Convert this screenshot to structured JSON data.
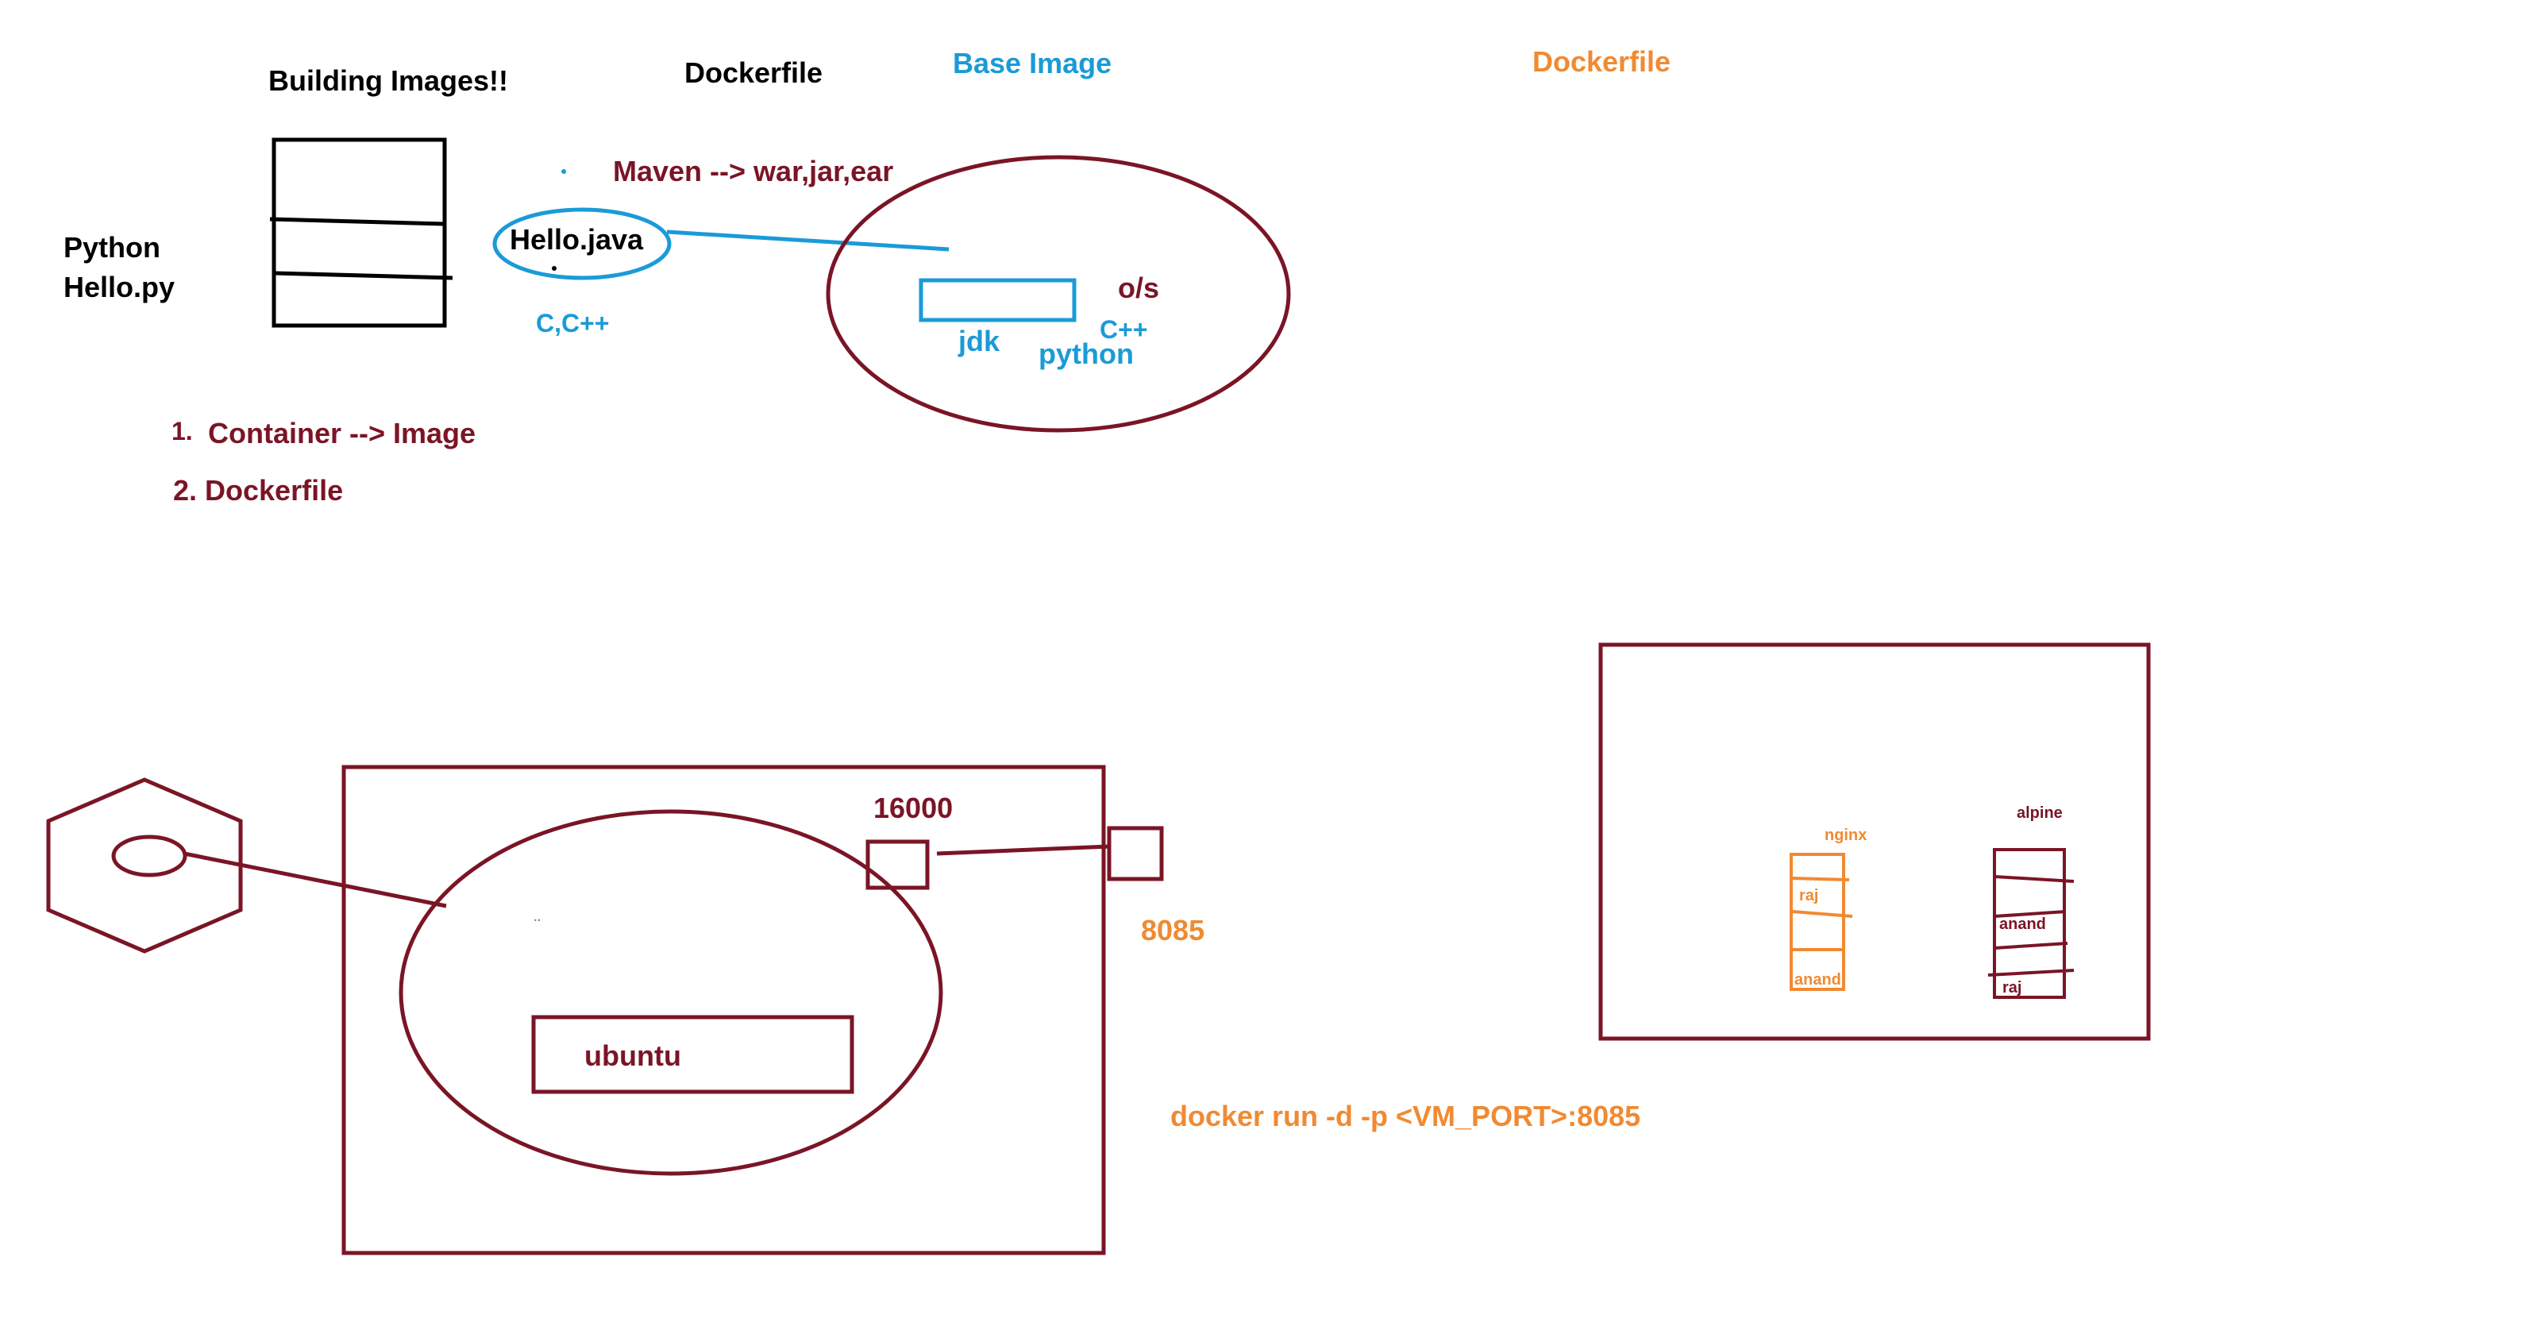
{
  "colors": {
    "black": "#000000",
    "maroon": "#7a1526",
    "blue": "#1a9bd7",
    "orange": "#f08a32",
    "background": "#ffffff"
  },
  "header": {
    "building_images": "Building Images!!",
    "dockerfile_black": "Dockerfile",
    "base_image": "Base Image",
    "dockerfile_orange": "Dockerfile"
  },
  "left": {
    "python": "Python",
    "hello_py": "Hello.py"
  },
  "java_note": {
    "maven": "Maven --> war,jar,ear",
    "hello_java": "Hello.java",
    "c_cpp": "C,C++"
  },
  "base_image_circle": {
    "os": "o/s",
    "jdk": "jdk",
    "cpp": "C++",
    "python": "python"
  },
  "ways": {
    "item1_number": "1.",
    "item1_text": "Container --> Image",
    "item2": "2. Dockerfile"
  },
  "container_diagram": {
    "port_inner": "16000",
    "port_outer": "8085",
    "image": "ubuntu",
    "command": "docker run -d -p <VM_PORT>:8085"
  },
  "layers": {
    "nginx_title": "nginx",
    "nginx_layers": [
      "raj",
      "anand"
    ],
    "alpine_title": "alpine",
    "alpine_layers": [
      "anand",
      "raj"
    ]
  }
}
